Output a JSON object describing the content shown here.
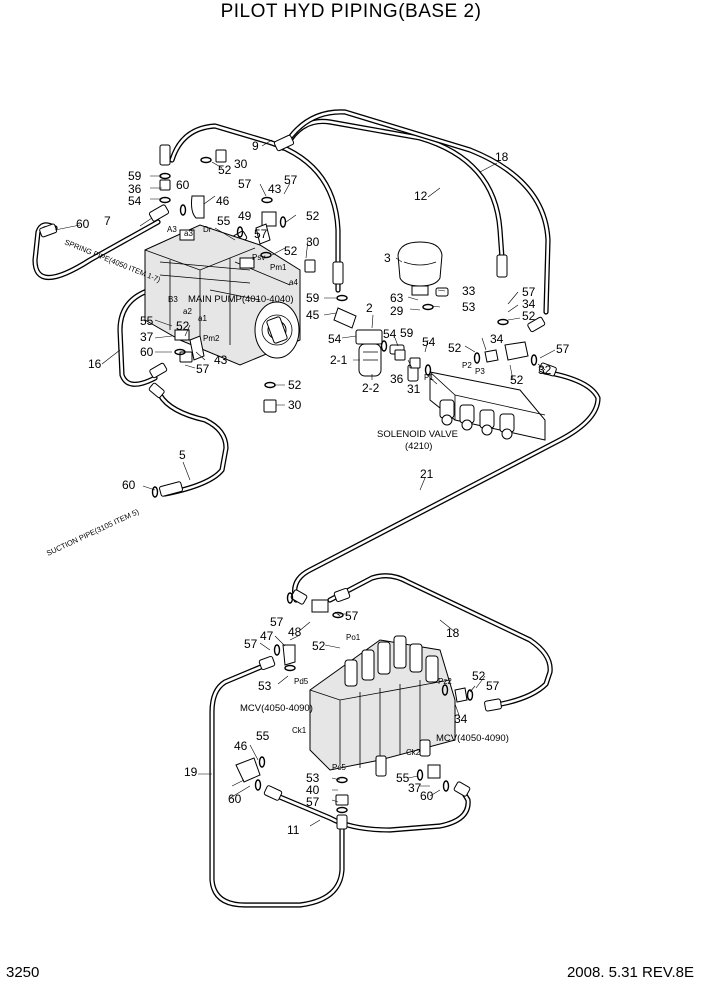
{
  "title": "PILOT HYD PIPING(BASE 2)",
  "page_number": "3250",
  "revision": "2008. 5.31  REV.8E",
  "components": {
    "main_pump": "MAIN PUMP(4010-4040)",
    "solenoid_valve_line1": "SOLENOID VALVE",
    "solenoid_valve_line2": "(4210)",
    "mcv_left": "MCV(4050-4090)",
    "mcv_right": "MCV(4050-4090)",
    "spring_pipe": "SPRING PIPE(4050 ITEM 1-7)",
    "suction_pipe": "SUCTION PIPE(3105 ITEM 5)"
  },
  "ports": [
    "A3",
    "a3",
    "Dr",
    "B3",
    "a2",
    "a1",
    "Pm2",
    "Psv",
    "Pm1",
    "a4",
    "P1",
    "P2",
    "P3",
    "Po1",
    "Pd5",
    "Pz2",
    "Ck1",
    "Ck2",
    "Pc5"
  ],
  "callouts": {
    "c1": "59",
    "c2": "36",
    "c3": "54",
    "c4": "60",
    "c5": "52",
    "c6": "30",
    "c7": "9",
    "c8": "46",
    "c9": "57",
    "c10": "43",
    "c11": "57",
    "c12": "7",
    "c13": "60",
    "c14": "55",
    "c15": "49",
    "c16": "52",
    "c17": "57",
    "c18": "52",
    "c19": "30",
    "c20": "18",
    "c21": "12",
    "c22": "3",
    "c23": "33",
    "c24": "63",
    "c25": "53",
    "c26": "29",
    "c27": "59",
    "c28": "2",
    "c29": "45",
    "c30": "54",
    "c31": "2-1",
    "c32": "2-2",
    "c33": "54",
    "c34": "59",
    "c35": "54",
    "c36": "36",
    "c37": "31",
    "c38": "57",
    "c39": "34",
    "c40": "52",
    "c41": "34",
    "c42": "52",
    "c43": "57",
    "c44": "52",
    "c45": "32",
    "c46": "55",
    "c47": "52",
    "c48": "37",
    "c49": "60",
    "c50": "43",
    "c51": "57",
    "c52": "16",
    "c53": "52",
    "c54": "30",
    "c55": "5",
    "c56": "60",
    "c57": "21",
    "c58": "57",
    "c59": "57",
    "c60": "48",
    "c61": "18",
    "c62": "47",
    "c63": "52",
    "c64": "57",
    "c65": "53",
    "c66": "52",
    "c67": "57",
    "c68": "34",
    "c69": "46",
    "c70": "55",
    "c71": "19",
    "c72": "60",
    "c73": "53",
    "c74": "40",
    "c75": "57",
    "c76": "55",
    "c77": "37",
    "c78": "60",
    "c79": "11"
  }
}
